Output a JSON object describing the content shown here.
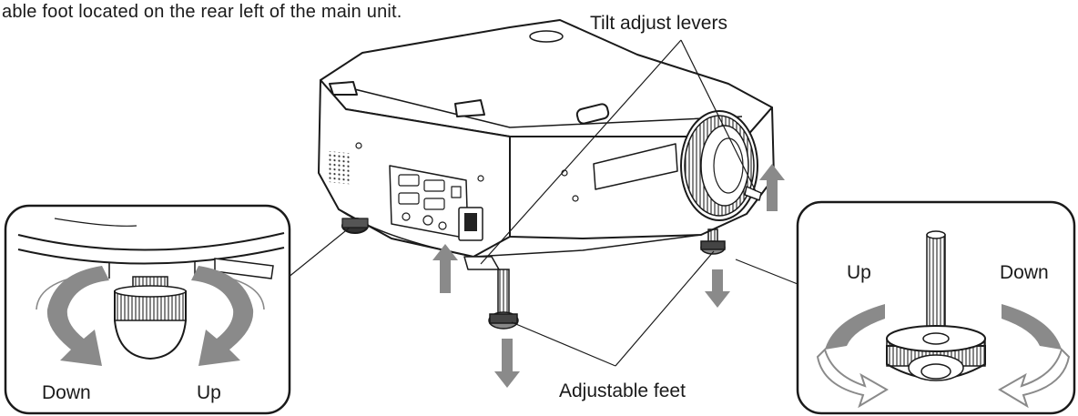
{
  "top_text": "able foot located on the rear left of the main unit.",
  "callouts": {
    "tilt_adjust_levers": "Tilt adjust levers",
    "adjustable_feet": "Adjustable feet"
  },
  "left_inset": {
    "down_label": "Down",
    "up_label": "Up"
  },
  "right_inset": {
    "up_label": "Up",
    "down_label": "Down"
  },
  "colors": {
    "arrow_gray": "#8a8a8a",
    "line": "#1a1a1a"
  }
}
